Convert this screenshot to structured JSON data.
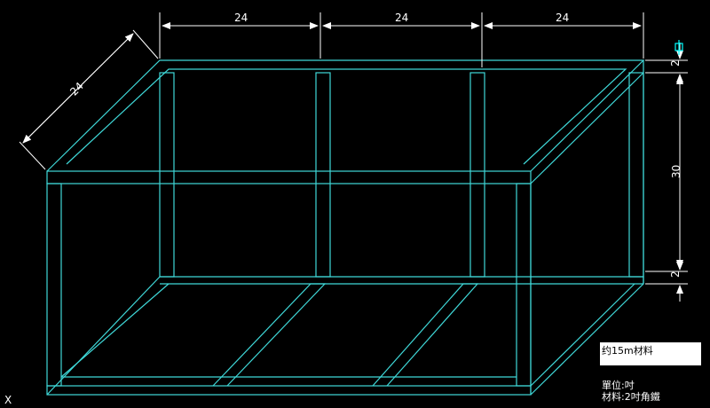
{
  "colors": {
    "background": "#000000",
    "frame": "#3fd8d8",
    "dimension": "#ffffff",
    "marker": "#00ffff"
  },
  "dimensions": {
    "top_left": "24",
    "top_middle": "24",
    "top_right": "24",
    "depth": "24",
    "right_top": "2",
    "right_height": "30",
    "right_bottom": "2"
  },
  "notes": {
    "material_amount": "约15m材料",
    "unit": "單位:吋",
    "material_type": "材料:2吋角鐵"
  },
  "ucs_icon_label": "X"
}
